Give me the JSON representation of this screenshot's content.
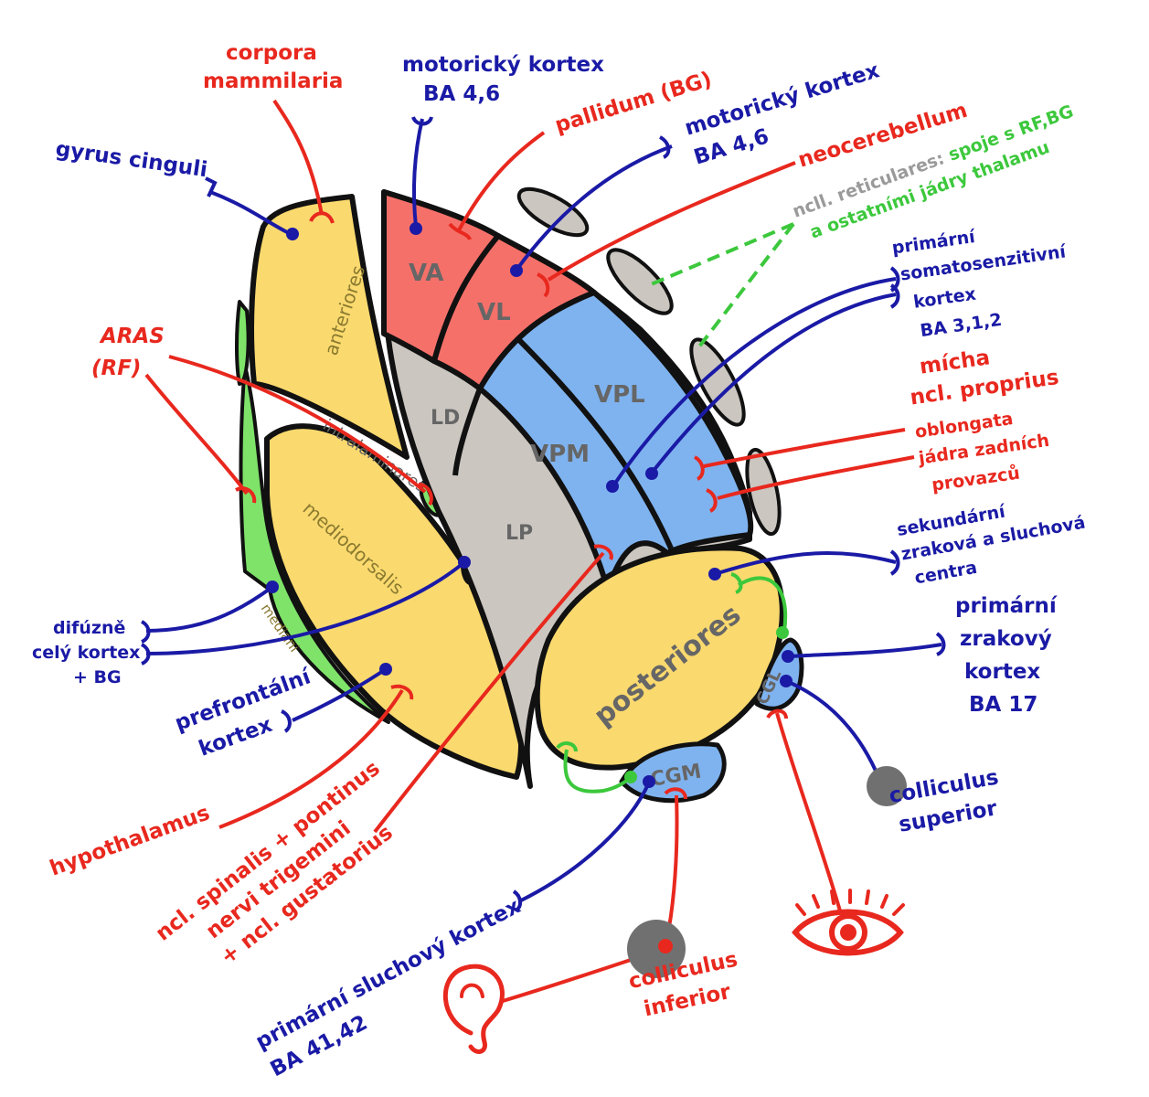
{
  "nuclei": {
    "anteriores": "anteriores",
    "va": "VA",
    "vl": "VL",
    "ld": "LD",
    "vpl": "VPL",
    "vpm": "VPM",
    "lp": "LP",
    "intralaminares": "intralaminares",
    "mediodorsalis": "mediodorsalis",
    "mediani": "mediani",
    "posteriores": "posteriores",
    "cgl": "CGL",
    "cgm": "CGM"
  },
  "labels": {
    "corpora_mammilaria": [
      "corpora",
      "mammilaria"
    ],
    "motoricky_kortex_1": [
      "motorický kortex",
      "BA 4,6"
    ],
    "pallidum": "pallidum (BG)",
    "motoricky_kortex_2": [
      "motorický kortex",
      "BA 4,6"
    ],
    "neocerebellum": "neocerebellum",
    "gyrus_cinguli": "gyrus cinguli",
    "reticulares_grey": "ncll. reticulares:",
    "reticulares_green_1": "spoje s RF,BG",
    "reticulares_green_2": "a ostatními jádry thalamu",
    "somatosenzitivni": [
      "primární",
      "somatosenzitivní",
      "kortex",
      "BA 3,1,2"
    ],
    "aras": [
      "ARAS",
      "(RF)"
    ],
    "micha": [
      "mícha",
      "ncl. proprius"
    ],
    "oblongata": [
      "oblongata",
      "jádra zadních",
      "provazců"
    ],
    "sekundarni": [
      "sekundární",
      "zraková a sluchová",
      "centra"
    ],
    "difuzne": [
      "difúzně",
      "celý kortex",
      "+ BG"
    ],
    "zrakovy": [
      "primární",
      "zrakový",
      "kortex",
      "BA 17"
    ],
    "prefrontalni": [
      "prefrontální",
      "kortex"
    ],
    "colliculus_superior": [
      "colliculus",
      "superior"
    ],
    "hypothalamus": "hypothalamus",
    "trigeminal": [
      "ncl. spinalis + pontinus",
      "nervi trigemini",
      "+ ncl. gustatorius"
    ],
    "sluchovy": [
      "primární sluchový kortex",
      "BA 41,42"
    ],
    "colliculus_inferior": [
      "colliculus",
      "inferior"
    ]
  },
  "icons": {
    "ear": "ear-icon",
    "eye": "eye-icon"
  },
  "colors": {
    "efferent_blue": "#1a1aa6",
    "afferent_red": "#e8281e",
    "internal_green": "#3cc83c",
    "anterior_yellow": "#fad96e",
    "ventral_red": "#f6706a",
    "ventral_blue": "#7fb3ef",
    "lateral_grey": "#cbc6c0",
    "medial_green": "#7fe36a"
  }
}
